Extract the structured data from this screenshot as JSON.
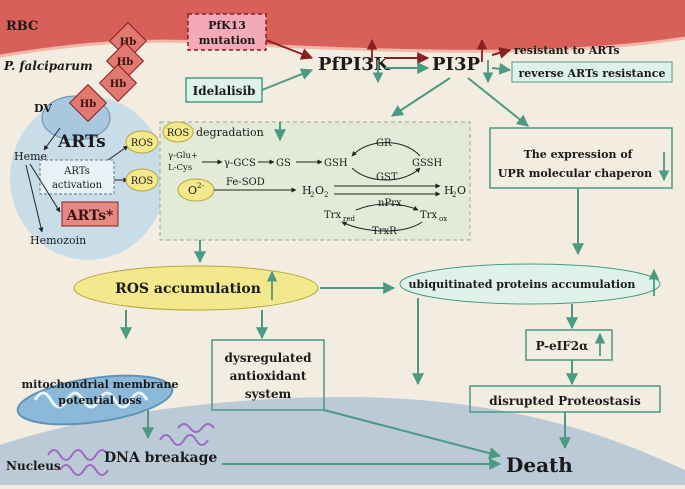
{
  "labels": {
    "rbc": "RBC",
    "pfalciparum": "P. falciparum",
    "hb": "Hb",
    "dv": "DV",
    "heme": "Heme",
    "arts": "ARTs",
    "arts_activation_1": "ARTs",
    "arts_activation_2": "activation",
    "arts_star": "ARTs*",
    "hemozoin": "Hemozoin",
    "ros": "ROS",
    "pfk13_1": "PfK13",
    "pfk13_2": "mutation",
    "idelalisib": "Idelalisib",
    "pfpi3k": "PfPI3K",
    "pi3p": "PI3P",
    "resistant": "resistant to ARTs",
    "reverse": "reverse ARTs resistance",
    "ros_deg": "degradation",
    "gglu": "γ-Glu+",
    "lcys": "L-Cys",
    "ggcs": "γ-GCS",
    "gs": "GS",
    "gsh": "GSH",
    "gr": "GR",
    "gssh": "GSSH",
    "gst": "GST",
    "o2": "O",
    "o2sup": "2-",
    "fesod": "Fe-SOD",
    "h2o2_a": "H",
    "h2o2_b": "2",
    "h2o2_c": "O",
    "h2o2_d": "2",
    "h2o_a": "H",
    "h2o_b": "2",
    "h2o_c": "O",
    "nprx": "nPrx",
    "trx": "Trx",
    "red": "red",
    "ox": "ox",
    "trxr": "TrxR",
    "upr_1": "The expression of",
    "upr_2": "UPR molecular chaperon",
    "ros_acc": "ROS accumulation",
    "ubq": "ubiquitinated proteins accumulation",
    "peif": "P-eIF2α",
    "dysreg_1": "dysregulated",
    "dysreg_2": "antioxidant",
    "dysreg_3": "system",
    "mito_1": "mitochondrial membrane",
    "mito_2": "potential loss",
    "disrupted": "disrupted Proteostasis",
    "nucleus": "Nucleus",
    "dna": "DNA breakage",
    "death": "Death"
  },
  "colors": {
    "background": "#f3ece0",
    "rbc_membrane": "#d9605a",
    "parasite": "#c8dde8",
    "dv": "#a8c8e0",
    "arrow_green": "#4b9a82",
    "arrow_red": "#8a1f1f",
    "hb_fill": "#e07a70",
    "pink_box": "#f3a9b8",
    "mint_box": "#dff2ea",
    "yellow": "#f3e98c",
    "nucleus": "#bccad8",
    "mito": "#8cb9d9",
    "dna": "#9b6bbd"
  }
}
